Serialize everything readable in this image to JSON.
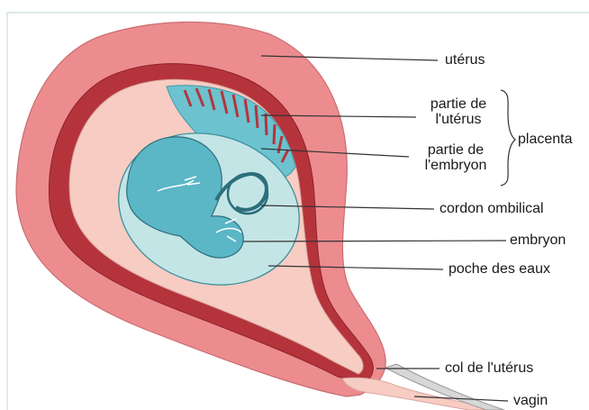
{
  "labels": {
    "uterus": "utérus",
    "placenta_uterus_part_line1": "partie de",
    "placenta_uterus_part_line2": "l'utérus",
    "placenta_embryo_part_line1": "partie de",
    "placenta_embryo_part_line2": "l'embryon",
    "placenta": "placenta",
    "umbilical_cord": "cordon ombilical",
    "embryo": "embryon",
    "amniotic_sac": "poche des eaux",
    "cervix": "col de l'utérus",
    "vagina": "vagin"
  },
  "colors": {
    "uterus_wall": "#ec8c8f",
    "uterus_lining": "#b5343c",
    "placenta_tissue": "#f7ccc3",
    "placenta_embryo_side": "#6cc3cf",
    "amniotic_fluid": "#c4e5e6",
    "embryo": "#5bb6c6",
    "line": "#333333"
  }
}
